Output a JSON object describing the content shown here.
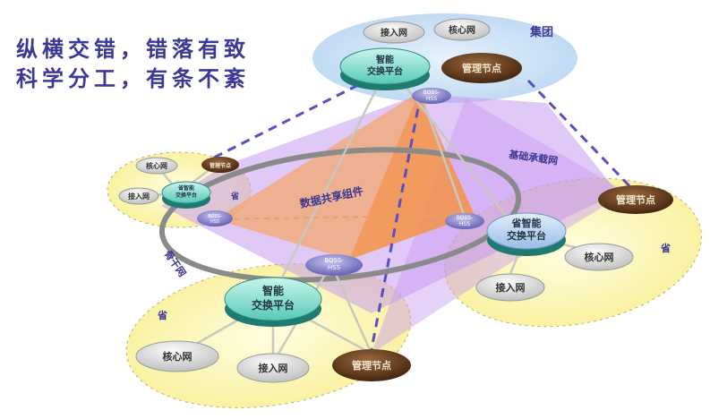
{
  "slogan": {
    "line1": "纵横交错，错落有致",
    "line2": "科学分工，有条不紊"
  },
  "colors": {
    "slogan_text": "#3b3896",
    "group_region": "#cfe2f6",
    "province_region": "#fbf6b4",
    "platform": "#6fd6c6",
    "platform_side": "#1f7a70",
    "mgmt_node": "#5a3416",
    "boss_node": "#7f7cc6",
    "gray_node": "#d7d7d7",
    "backbone_ring": "#8a8a8a",
    "data_share_region": "#f7a25a",
    "bearer_region": "#c79af0"
  },
  "regions": {
    "group": {
      "label": "集团"
    },
    "province_left": {
      "label": "省"
    },
    "province_right": {
      "label": "省"
    },
    "province_bottom": {
      "label": "省"
    }
  },
  "overlays": {
    "data_sharing": {
      "label": "数据共享组件"
    },
    "bearer_network": {
      "label": "基础承载网"
    },
    "backbone": {
      "label": "骨干网"
    }
  },
  "nodes": {
    "group": {
      "access": "接入网",
      "core": "核心网",
      "platform_l1": "智能",
      "platform_l2": "交换平台",
      "mgmt": "管理节点",
      "boss_l1": "BOSS-",
      "boss_l2": "HSS"
    },
    "left": {
      "core": "核心网",
      "access": "接入网",
      "platform_l1": "省智能",
      "platform_l2": "交换平台",
      "mgmt": "管理节点",
      "boss_l1": "BOSS-",
      "boss_l2": "HSS"
    },
    "right": {
      "platform_l1": "省智能",
      "platform_l2": "交换平台",
      "mgmt": "管理节点",
      "core": "核心网",
      "access": "接入网",
      "boss_l1": "BOSS-",
      "boss_l2": "HSS"
    },
    "bottom": {
      "platform_l1": "智能",
      "platform_l2": "交换平台",
      "core": "核心网",
      "access": "接入网",
      "mgmt": "管理节点",
      "boss_l1": "BOSS-",
      "boss_l2": "HSS"
    }
  }
}
